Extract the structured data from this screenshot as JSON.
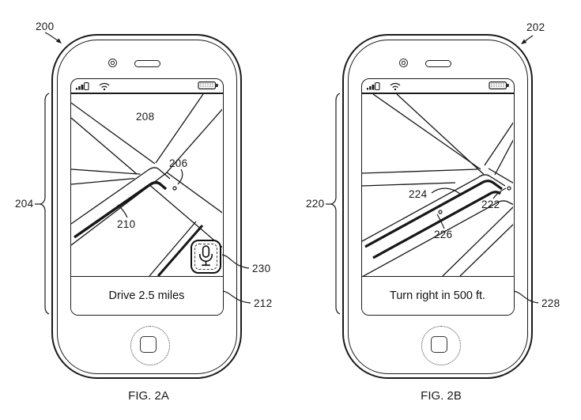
{
  "colors": {
    "ink": "#1a1a1a",
    "paper": "#ffffff"
  },
  "left_phone": {
    "device_label": "200",
    "display_label": "204",
    "map_label": "208",
    "marker_label": "206",
    "route_label": "210",
    "mic_button_label": "230",
    "instruction": "Drive 2.5 miles",
    "instruction_label": "212",
    "caption": "FIG. 2A"
  },
  "right_phone": {
    "device_label": "202",
    "display_label": "220",
    "route_label": "224",
    "marker_label": "222",
    "position_label": "226",
    "instruction": "Turn right in 500 ft.",
    "instruction_label": "228",
    "caption": "FIG. 2B"
  }
}
